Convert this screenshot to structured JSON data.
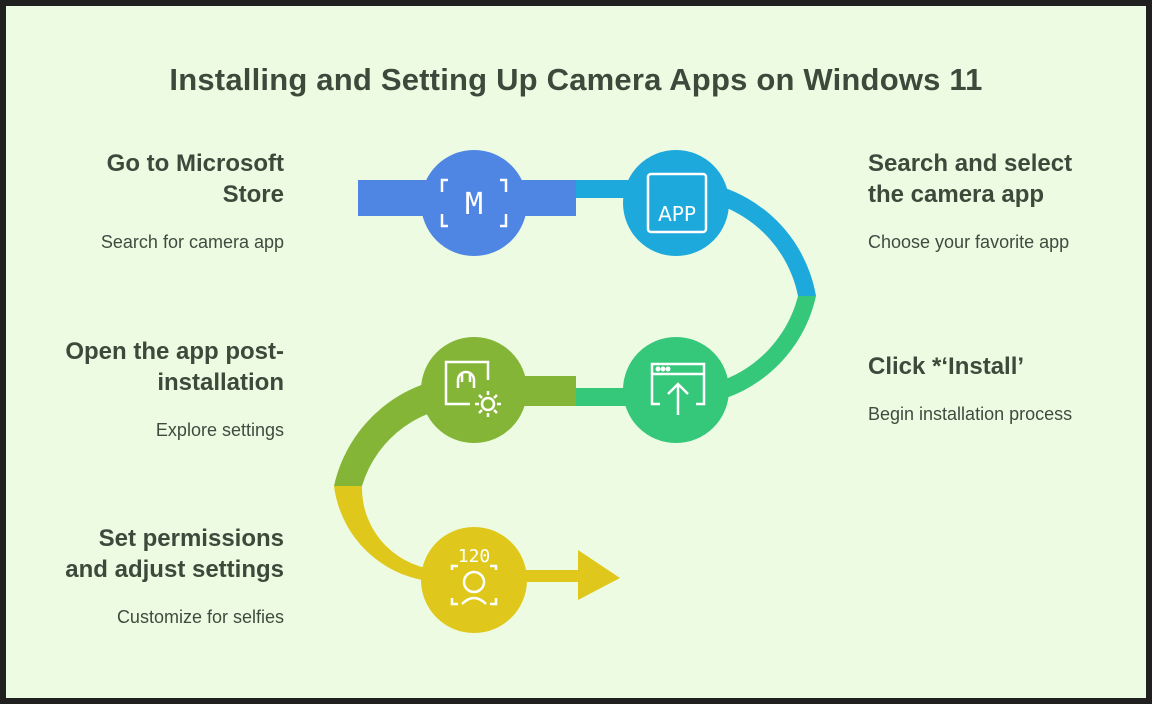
{
  "title": "Installing and Setting Up Camera Apps on Windows 11",
  "steps": [
    {
      "title_lines": [
        "Go to Microsoft",
        "Store"
      ],
      "description": "Search for camera app",
      "icon": "microsoft-store-icon",
      "icon_text": "M",
      "color": "#4f86e4"
    },
    {
      "title_lines": [
        "Search and select",
        "the camera app"
      ],
      "description": "Choose your favorite app",
      "icon": "app-icon",
      "icon_text": "APP",
      "color": "#1da9dc"
    },
    {
      "title_lines": [
        "Click *‘Install’"
      ],
      "description": "Begin installation process",
      "icon": "install-upload-icon",
      "color": "#35c77a"
    },
    {
      "title_lines": [
        "Open the app post-",
        "installation"
      ],
      "description": "Explore settings",
      "icon": "settings-gear-icon",
      "color": "#84b537"
    },
    {
      "title_lines": [
        "Set permissions",
        "and adjust settings"
      ],
      "description": "Customize for selfies",
      "icon": "camera-face-icon",
      "icon_text": "120",
      "color": "#dfc81b"
    }
  ],
  "colors": {
    "background": "#edfbe3",
    "text": "#3c4a3c",
    "border": "#202020"
  }
}
